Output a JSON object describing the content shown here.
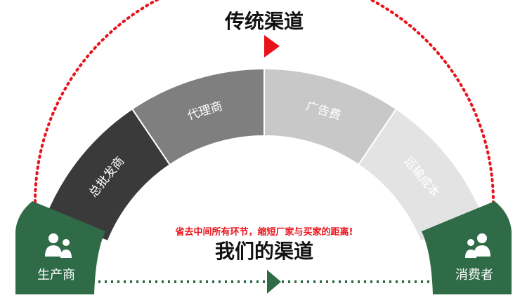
{
  "top_title": "传统渠道",
  "bottom_title": "我们的渠道",
  "note": "省去中间所有环节，缩短厂家与买家的距离!",
  "producer": {
    "label": "生产商",
    "icon": "people-icon"
  },
  "consumer": {
    "label": "消费者",
    "icon": "people-icon"
  },
  "segments": [
    {
      "label": "总批发商",
      "color": "#3a3a3a",
      "text_color": "#ffffff"
    },
    {
      "label": "代理商",
      "color": "#7f7f7f",
      "text_color": "#ffffff"
    },
    {
      "label": "广告费",
      "color": "#c8c8c8",
      "text_color": "#ffffff"
    },
    {
      "label": "运输成本",
      "color": "#e3e3e3",
      "text_color": "#ffffff"
    }
  ],
  "colors": {
    "green": "#2f6b47",
    "red": "#e8131a",
    "bottom_arrow": "#2f6b47",
    "note": "#e8131a",
    "title": "#111111"
  }
}
